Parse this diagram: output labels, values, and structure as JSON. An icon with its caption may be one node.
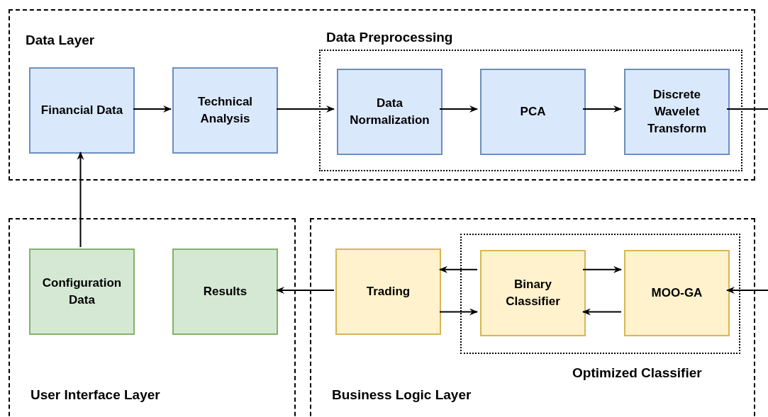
{
  "diagram": {
    "nodes": [
      {
        "text": [
          "Data Layer"
        ]
      },
      {
        "text": [
          "Financial Data"
        ],
        "in": 0
      },
      {
        "text": [
          "Technical Analysis"
        ],
        "in": 0
      },
      {
        "text": [
          "Data Preprocessing"
        ],
        "in": 0
      },
      {
        "text": [
          "Data Normalization"
        ],
        "in": 3
      },
      {
        "text": [
          "PCA"
        ],
        "in": 3
      },
      {
        "text": [
          "Discrete Wavelet Transform"
        ],
        "in": 3
      },
      {
        "text": [
          "User Interface Layer"
        ]
      },
      {
        "text": [
          "Configuration Data"
        ],
        "in": 7
      },
      {
        "text": [
          "Results"
        ],
        "in": 7
      },
      {
        "text": [
          "Business Logic Layer"
        ]
      },
      {
        "text": [
          "Trading"
        ],
        "in": 10
      },
      {
        "text": [
          "Optimized Classifier"
        ],
        "in": 10
      },
      {
        "text": [
          "Binary Classifier"
        ],
        "in": 12
      },
      {
        "text": [
          "MOO-GA"
        ],
        "in": 12
      }
    ],
    "edges": [
      {
        "from": 1,
        "to": 2,
        "arrow": "to"
      },
      {
        "from": 2,
        "to": 4,
        "arrow": "to"
      },
      {
        "from": 4,
        "to": 5,
        "arrow": "to"
      },
      {
        "from": 5,
        "to": 6,
        "arrow": "to"
      },
      {
        "from": 6,
        "to": null,
        "arrow": "none"
      },
      {
        "from": 8,
        "to": 1,
        "arrow": "to"
      },
      {
        "from": 11,
        "to": 9,
        "arrow": "to"
      },
      {
        "from": 13,
        "to": 11,
        "arrow": "to"
      },
      {
        "from": 11,
        "to": 13,
        "arrow": "to"
      },
      {
        "from": 13,
        "to": 14,
        "arrow": "to"
      },
      {
        "from": 14,
        "to": 13,
        "arrow": "to"
      },
      {
        "from": null,
        "to": 14,
        "arrow": "to"
      }
    ]
  }
}
